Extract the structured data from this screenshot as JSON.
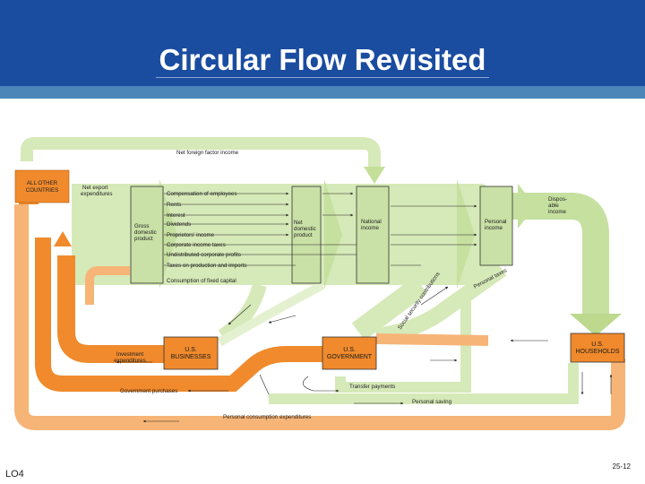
{
  "slide": {
    "title": "Circular Flow Revisited",
    "footer_left": "LO4",
    "slide_number": "25-12"
  },
  "colors": {
    "header": "#1a4ca0",
    "band": "#4c86b8",
    "orange": "#f08a2c",
    "orange_light": "#f7b477",
    "green": "#b9d98a",
    "green_light": "#d6e9b8",
    "box": "#c9e0a6"
  },
  "diagram": {
    "top_flow": "Net foreign factor income",
    "all_other_countries": "ALL OTHER COUNTRIES",
    "net_export": "Net export expenditures",
    "gdp": "Gross domestic product",
    "ndp": "Net domestic product",
    "national_income": "National income",
    "personal_income": "Personal income",
    "disposable_income": "Dispos- able income",
    "income_items": [
      "Compensation of employees",
      "Rents",
      "Interest",
      "Dividends",
      "Proprietors' income",
      "Corporate income taxes",
      "Undistributed corporate profits",
      "Taxes on production and imports"
    ],
    "consumption_fixed_capital": "Consumption of fixed capital",
    "social_security": "Social security contributions",
    "personal_taxes": "Personal taxes",
    "investment": "Investment expenditures",
    "us_businesses": "U.S. BUSINESSES",
    "us_government": "U.S. GOVERNMENT",
    "us_households": "U.S. HOUSEHOLDS",
    "government_purchases": "Government purchases",
    "transfer_payments": "Transfer payments",
    "personal_saving": "Personal saving",
    "personal_consumption": "Personal consumption expenditures"
  }
}
